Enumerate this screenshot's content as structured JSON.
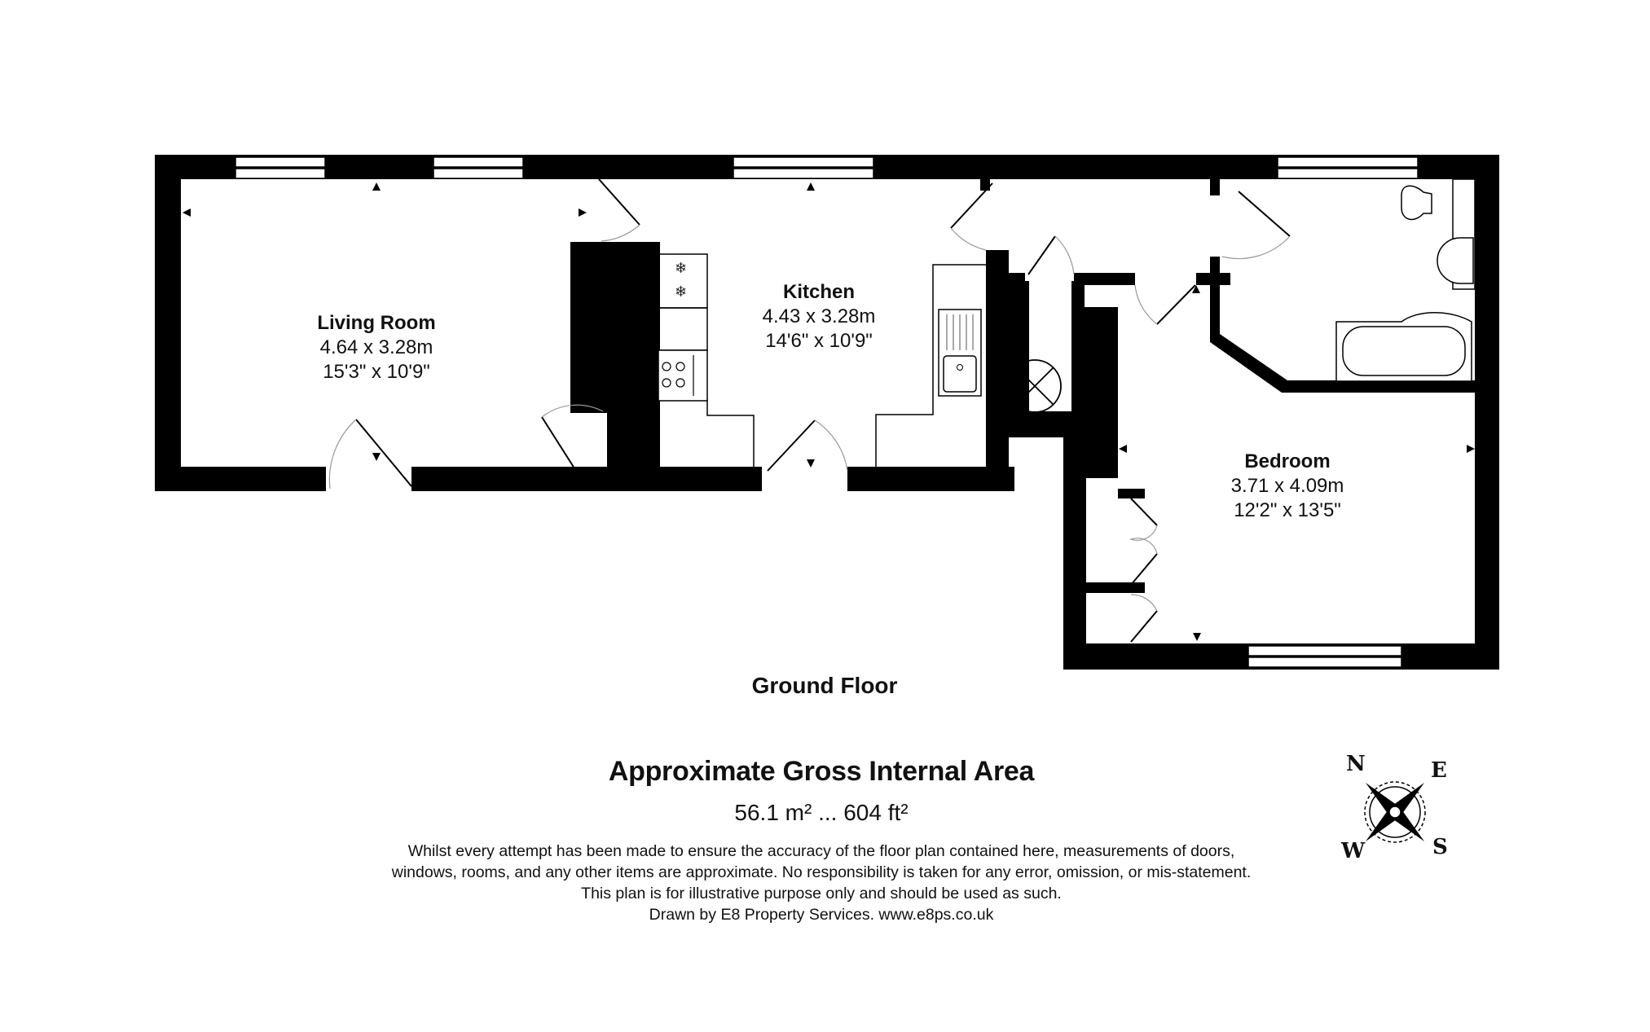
{
  "rooms": {
    "living": {
      "name": "Living Room",
      "metric": "4.64 x 3.28m",
      "imperial": "15'3\" x 10'9\""
    },
    "kitchen": {
      "name": "Kitchen",
      "metric": "4.43 x 3.28m",
      "imperial": "14'6\" x 10'9\""
    },
    "bedroom": {
      "name": "Bedroom",
      "metric": "3.71 x 4.09m",
      "imperial": "12'2\" x 13'5\""
    }
  },
  "floor_label": "Ground Floor",
  "area": {
    "title": "Approximate Gross Internal Area",
    "value": "56.1 m² ... 604 ft²"
  },
  "disclaimer": {
    "line1": "Whilst every attempt has been made to ensure the accuracy of the floor plan contained here, measurements of doors,",
    "line2": "windows, rooms, and any other items are approximate. No responsibility is taken for any error, omission, or mis-statement.",
    "line3": "This plan is for illustrative purpose only and should be used as such.",
    "line4": "Drawn by E8 Property Services. www.e8ps.co.uk"
  },
  "compass": {
    "n": "N",
    "e": "E",
    "w": "W",
    "s": "S"
  },
  "colors": {
    "wall": "#000000",
    "background": "#ffffff",
    "door_arc": "#999999"
  }
}
